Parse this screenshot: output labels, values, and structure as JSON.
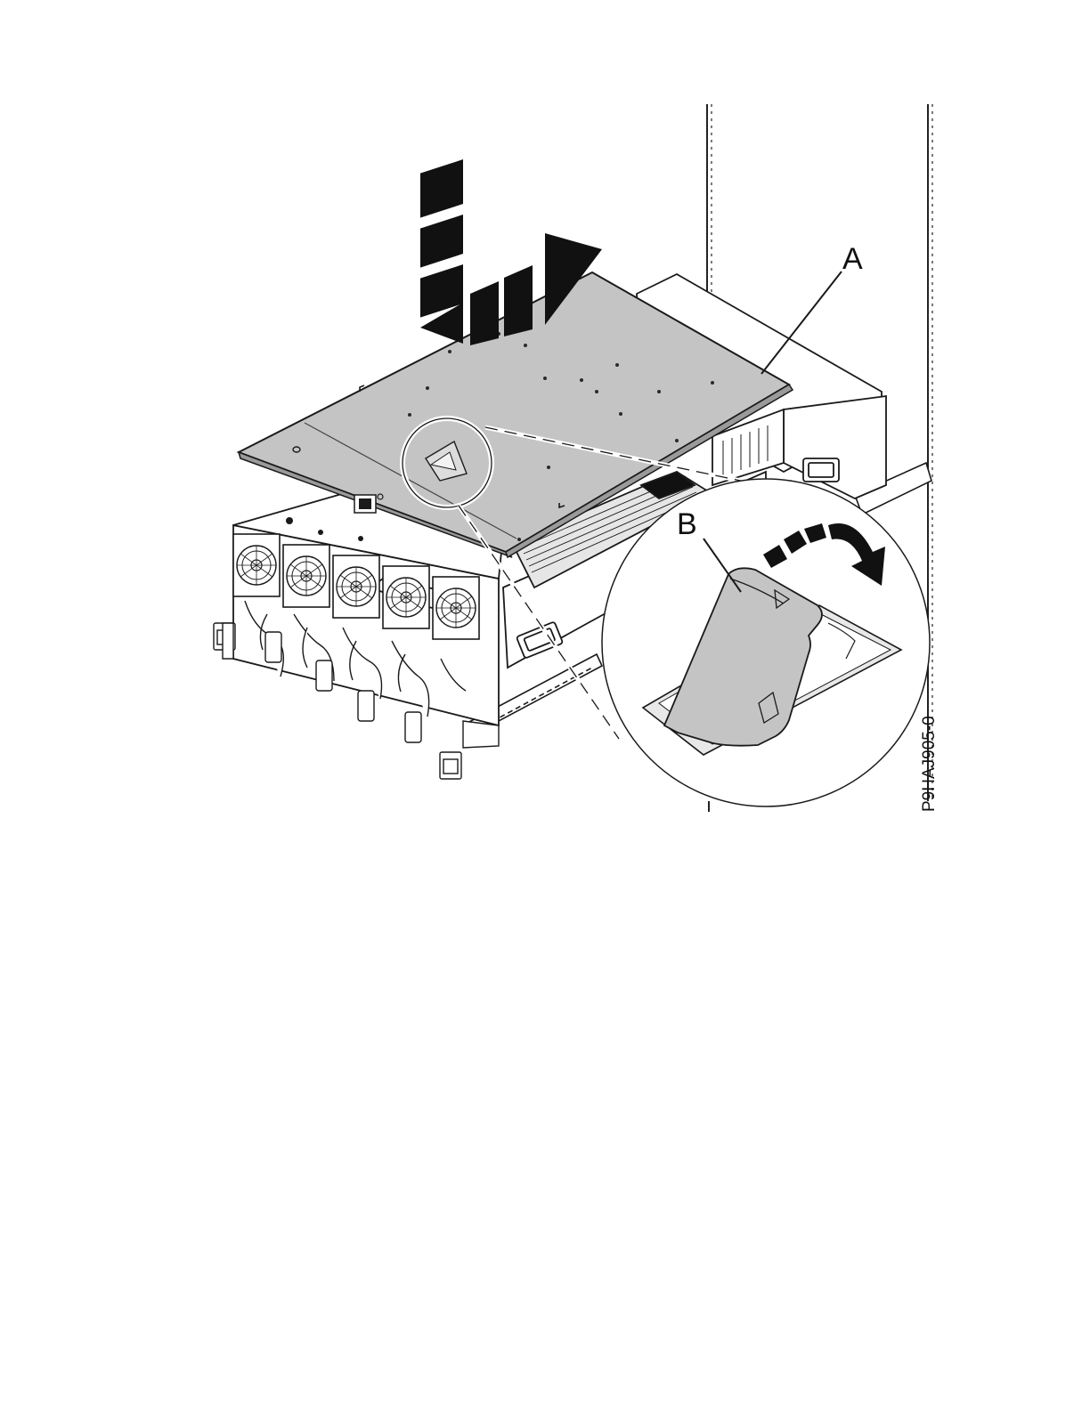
{
  "figure": {
    "callouts": {
      "a": "A",
      "b": "B"
    },
    "figure_id": "P9HAJ905-0",
    "icons": {
      "motion": "down-right-dashed-arrow-icon",
      "rotation": "curved-rotation-arrow-icon",
      "fans": "cooling-fan-icon"
    },
    "colors": {
      "cover": "#c4c4c4",
      "chassis": "#ffffff",
      "outline": "#1a1a1a",
      "arrow": "#111111"
    }
  }
}
